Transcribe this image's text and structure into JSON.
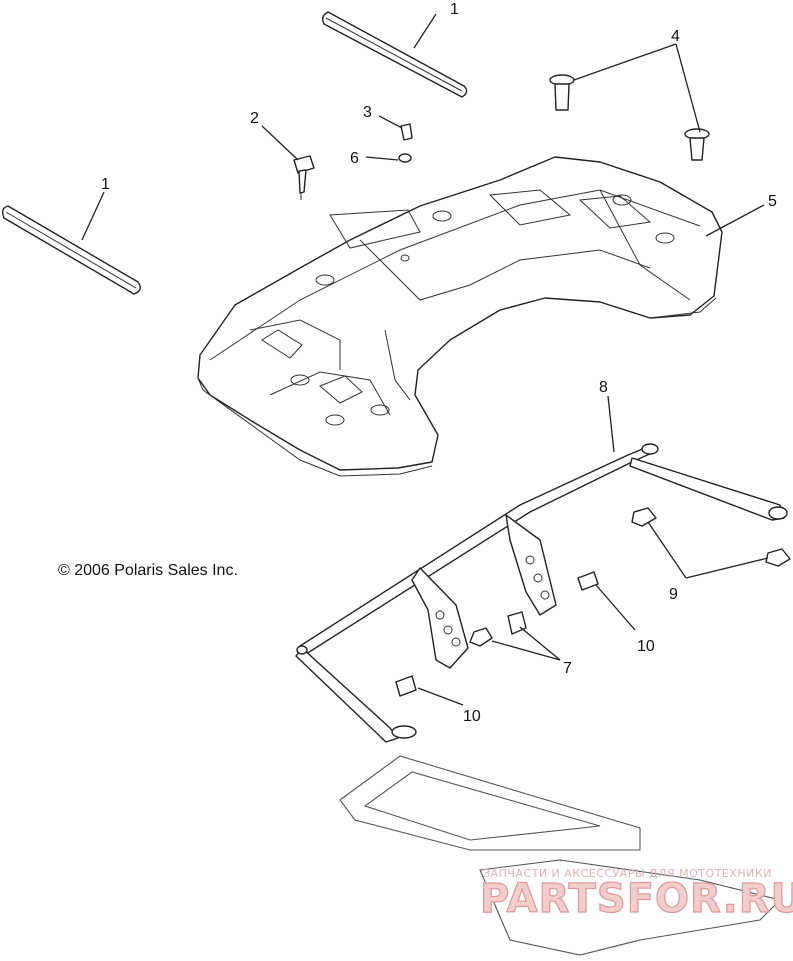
{
  "copyright": "© 2006 Polaris Sales Inc.",
  "labels": [
    {
      "id": "1",
      "text": "1"
    },
    {
      "id": "1b",
      "text": "1"
    },
    {
      "id": "2",
      "text": "2"
    },
    {
      "id": "3",
      "text": "3"
    },
    {
      "id": "4",
      "text": "4"
    },
    {
      "id": "5",
      "text": "5"
    },
    {
      "id": "6",
      "text": "6"
    },
    {
      "id": "7",
      "text": "7"
    },
    {
      "id": "8",
      "text": "8"
    },
    {
      "id": "9",
      "text": "9"
    },
    {
      "id": "10",
      "text": "10"
    },
    {
      "id": "10b",
      "text": "10"
    }
  ],
  "watermark": {
    "tagline": "ЗАПЧАСТИ И АКСЕССУАРЫ ДЛЯ МОТОТЕХНИКИ",
    "brand": "PARTSFOR.RU"
  },
  "colors": {
    "line": "#222222",
    "watermark": "#d99a9a"
  }
}
